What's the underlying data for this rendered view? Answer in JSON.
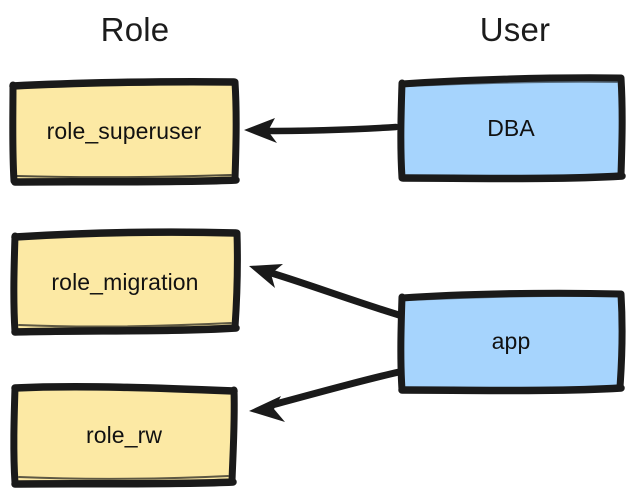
{
  "diagram": {
    "title_visible": false,
    "style": "hand-drawn sketch",
    "background_color": "#ffffff",
    "stroke_color": "#1a1a1a",
    "role_fill_color": "#fce9a4",
    "user_fill_color": "#a6d4fd",
    "text_color": "#111111",
    "columns": [
      {
        "id": "role",
        "label": "Role"
      },
      {
        "id": "user",
        "label": "User"
      }
    ],
    "nodes": [
      {
        "id": "role_superuser",
        "label": "role_superuser",
        "column": "role",
        "fill": "#fce9a4"
      },
      {
        "id": "role_migration",
        "label": "role_migration",
        "column": "role",
        "fill": "#fce9a4"
      },
      {
        "id": "role_rw",
        "label": "role_rw",
        "column": "role",
        "fill": "#fce9a4"
      },
      {
        "id": "dba",
        "label": "DBA",
        "column": "user",
        "fill": "#a6d4fd"
      },
      {
        "id": "app",
        "label": "app",
        "column": "user",
        "fill": "#a6d4fd"
      }
    ],
    "edges": [
      {
        "id": "dba-to-role-superuser",
        "from": "dba",
        "to": "role_superuser",
        "direction": "left",
        "arrowhead": "to"
      },
      {
        "id": "app-to-role-migration",
        "from": "app",
        "to": "role_migration",
        "direction": "up-left",
        "arrowhead": "to"
      },
      {
        "id": "app-to-role-rw",
        "from": "app",
        "to": "role_rw",
        "direction": "down-left",
        "arrowhead": "to"
      }
    ]
  }
}
